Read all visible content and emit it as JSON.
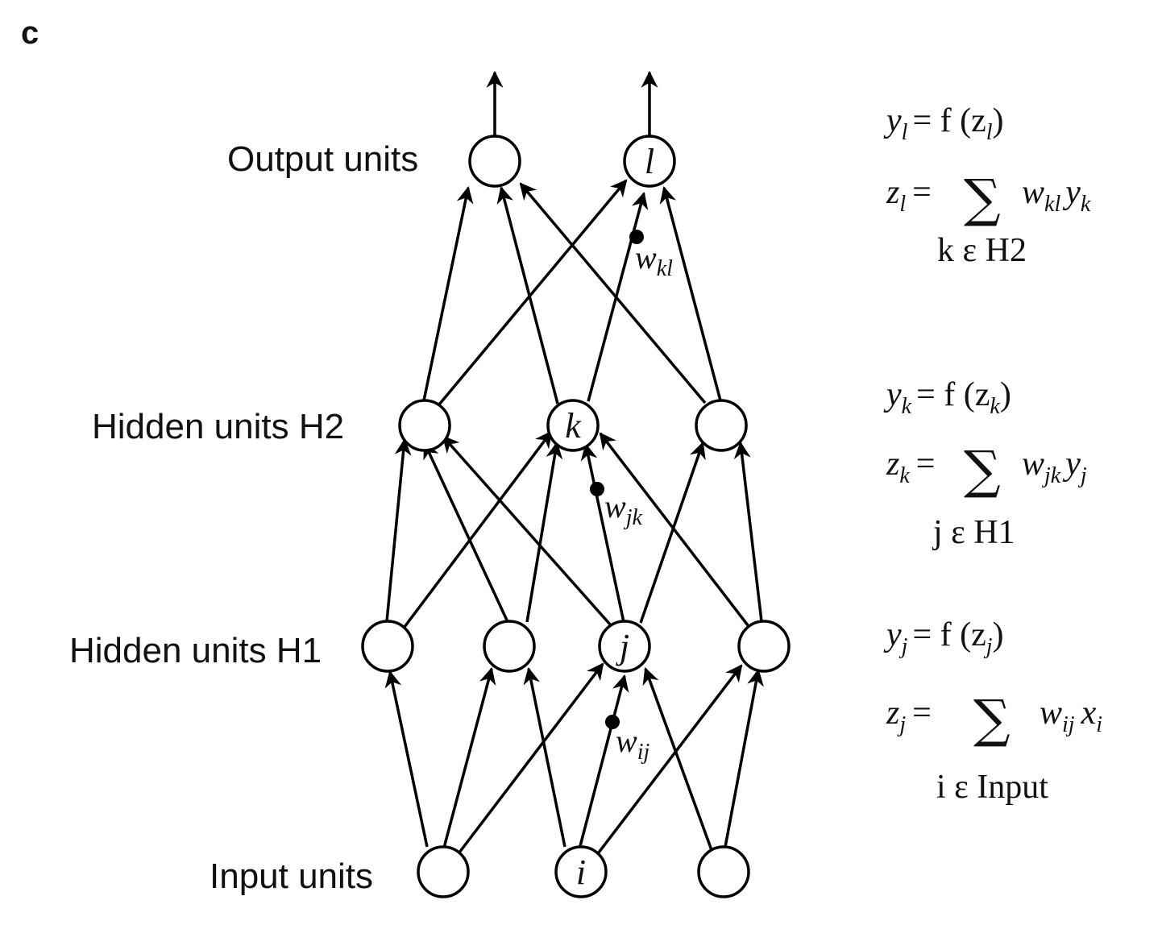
{
  "panel_label": "c",
  "layers": {
    "output": "Output units",
    "h2": "Hidden units H2",
    "h1": "Hidden units H1",
    "input": "Input units"
  },
  "node_labels": {
    "output": "l",
    "h2": "k",
    "h1": "j",
    "input": "i"
  },
  "weights": {
    "kl": {
      "w": "w",
      "sub": "kl"
    },
    "jk": {
      "w": "w",
      "sub": "jk"
    },
    "ij": {
      "w": "w",
      "sub": "ij"
    }
  },
  "equations": {
    "output": {
      "y_lhs": "y",
      "y_lhs_sub": "l",
      "y_rhs_f": "= f (z",
      "y_rhs_sub": "l",
      "y_close": ")",
      "z_lhs": "z",
      "z_lhs_sub": "l",
      "z_eq": "=",
      "sum": "∑",
      "term_w": "w",
      "term_w_sub": "kl",
      "term_y": "y",
      "term_y_sub": "k",
      "range": "k ε H2"
    },
    "h2": {
      "y_lhs": "y",
      "y_lhs_sub": "k",
      "y_rhs_f": "= f (z",
      "y_rhs_sub": "k",
      "y_close": ")",
      "z_lhs": "z",
      "z_lhs_sub": "k",
      "z_eq": "=",
      "sum": "∑",
      "term_w": "w",
      "term_w_sub": "jk",
      "term_y": "y",
      "term_y_sub": "j",
      "range": "j ε H1"
    },
    "h1": {
      "y_lhs": "y",
      "y_lhs_sub": "j",
      "y_rhs_f": "= f (z",
      "y_rhs_sub": "j",
      "y_close": ")",
      "z_lhs": "z",
      "z_lhs_sub": "j",
      "z_eq": "=",
      "sum": "∑",
      "term_w": "w",
      "term_w_sub": "ij",
      "term_y": "x",
      "term_y_sub": "i",
      "range": "i ε Input"
    }
  }
}
